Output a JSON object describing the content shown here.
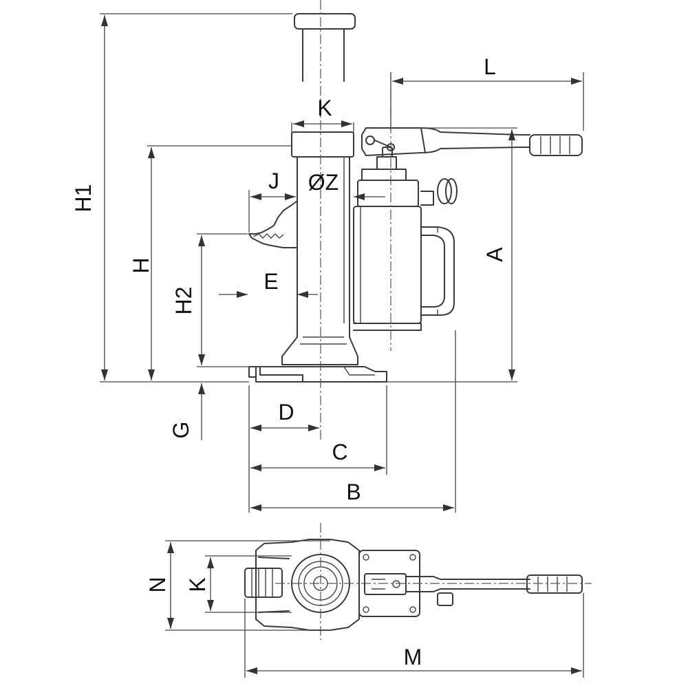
{
  "labels": {
    "H1": "H1",
    "H": "H",
    "H2": "H2",
    "G": "G",
    "K_top": "K",
    "L": "L",
    "J": "J",
    "OZ": "ØZ",
    "E": "E",
    "A": "A",
    "D": "D",
    "C": "C",
    "B": "B",
    "N": "N",
    "K_bottom": "K",
    "M": "M"
  }
}
